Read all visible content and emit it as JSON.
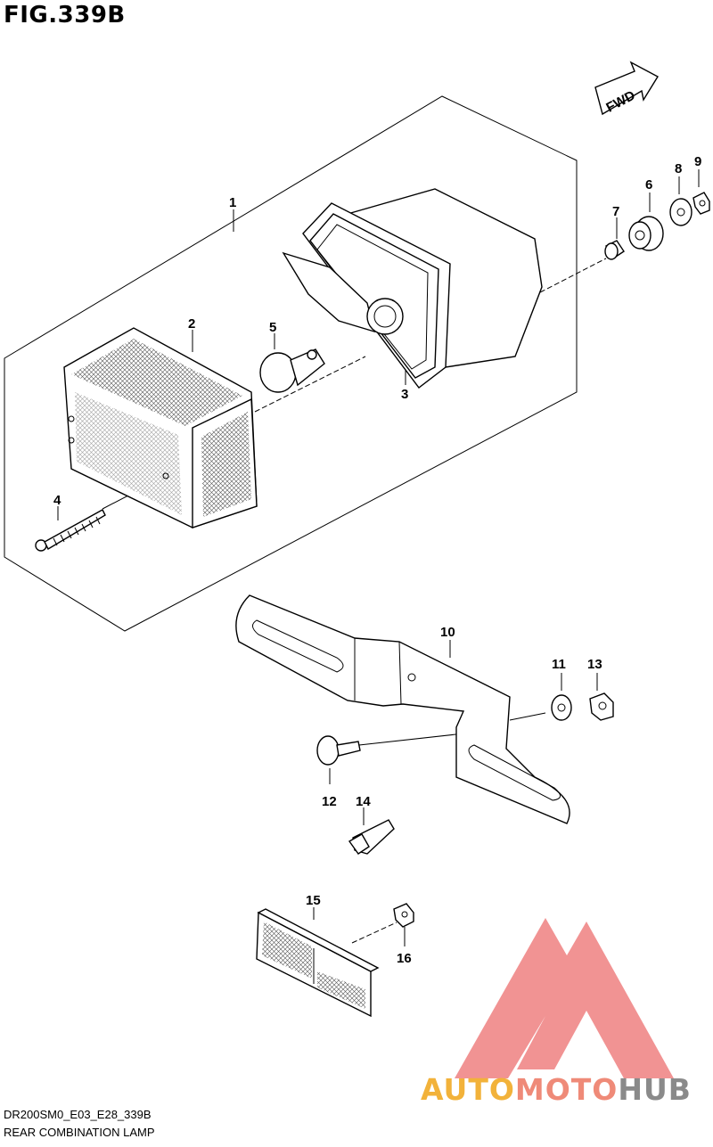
{
  "figure": {
    "title": "FIG.339B"
  },
  "direction_badge": {
    "label": "FWD"
  },
  "callouts": {
    "c1": "1",
    "c2": "2",
    "c3": "3",
    "c4": "4",
    "c5": "5",
    "c6": "6",
    "c7": "7",
    "c8": "8",
    "c9": "9",
    "c10": "10",
    "c11": "11",
    "c12": "12",
    "c13": "13",
    "c14": "14",
    "c15": "15",
    "c16": "16"
  },
  "footer": {
    "code": "DR200SM0_E03_E28_339B",
    "caption": "REAR COMBINATION LAMP"
  },
  "watermark": {
    "part1": "AUTO",
    "part2": "MOTO",
    "part3": "HUB",
    "colors": {
      "auto": "#f2b23a",
      "moto": "#ef8a78",
      "hub": "#8a8a8a",
      "logo": "#ef8080"
    }
  }
}
